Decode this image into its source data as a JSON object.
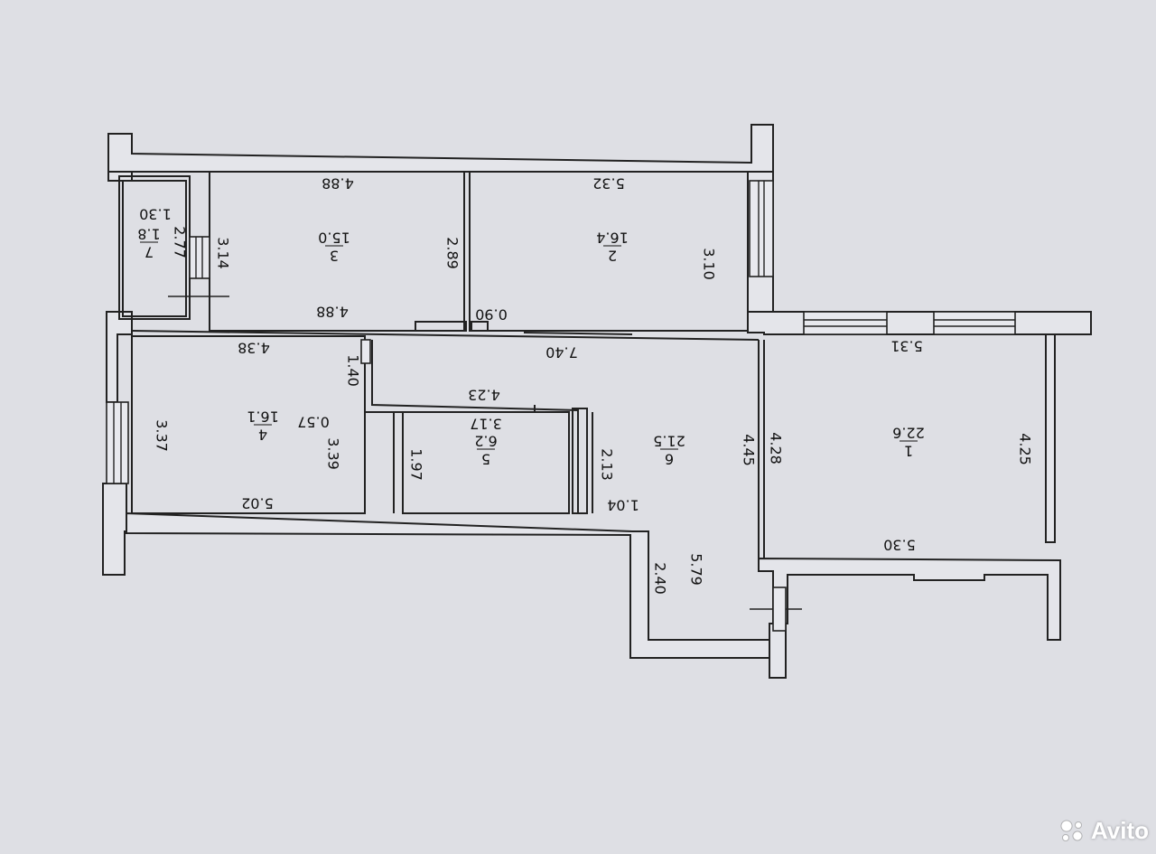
{
  "plan": {
    "room_labels": [
      {
        "id": "r1",
        "number": "1",
        "area": "22.6"
      },
      {
        "id": "r2",
        "number": "2",
        "area": "16.4"
      },
      {
        "id": "r3",
        "number": "3",
        "area": "15.0"
      },
      {
        "id": "r4",
        "number": "4",
        "area": "16.1"
      },
      {
        "id": "r5",
        "number": "5",
        "area": "6.2"
      },
      {
        "id": "r6",
        "number": "6",
        "area": "21.5"
      },
      {
        "id": "r7",
        "number": "7",
        "area": "1.8"
      }
    ],
    "dimensions": [
      {
        "id": "d1",
        "text": "4.88"
      },
      {
        "id": "d2",
        "text": "5.32"
      },
      {
        "id": "d3",
        "text": "1.30"
      },
      {
        "id": "d4",
        "text": "2.77"
      },
      {
        "id": "d5",
        "text": "3.14"
      },
      {
        "id": "d6",
        "text": "2.89"
      },
      {
        "id": "d7",
        "text": "3.10"
      },
      {
        "id": "d8",
        "text": "4.88"
      },
      {
        "id": "d9",
        "text": "0.90"
      },
      {
        "id": "d10",
        "text": "4.38"
      },
      {
        "id": "d11",
        "text": "7.40"
      },
      {
        "id": "d12",
        "text": "5.31"
      },
      {
        "id": "d13",
        "text": "1.40"
      },
      {
        "id": "d14",
        "text": "4.23"
      },
      {
        "id": "d15",
        "text": "3.37"
      },
      {
        "id": "d16",
        "text": "0.57"
      },
      {
        "id": "d17",
        "text": "3.39"
      },
      {
        "id": "d18",
        "text": "3.17"
      },
      {
        "id": "d19",
        "text": "1.97"
      },
      {
        "id": "d20",
        "text": "2.13"
      },
      {
        "id": "d21",
        "text": "4.45"
      },
      {
        "id": "d22",
        "text": "4.28"
      },
      {
        "id": "d23",
        "text": "4.25"
      },
      {
        "id": "d24",
        "text": "5.02"
      },
      {
        "id": "d25",
        "text": "1.04"
      },
      {
        "id": "d26",
        "text": "5.30"
      },
      {
        "id": "d27",
        "text": "5.79"
      },
      {
        "id": "d28",
        "text": "2.40"
      }
    ]
  },
  "watermark": {
    "text": "Avito",
    "icon": "avito-logo-icon"
  }
}
